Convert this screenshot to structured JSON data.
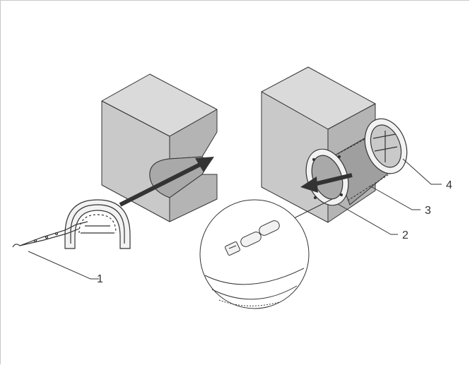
{
  "callouts": [
    {
      "label": "1",
      "name": "callout-1"
    },
    {
      "label": "2",
      "name": "callout-2"
    },
    {
      "label": "3",
      "name": "callout-3"
    },
    {
      "label": "4",
      "name": "callout-4"
    }
  ],
  "colors": {
    "block_front": "#c9c9c9",
    "block_top": "#dadada",
    "block_side": "#b4b4b4",
    "cavity": "#a9a9a9",
    "arrow": "#333333",
    "line": "#333333",
    "ring": "#f2f2f2"
  },
  "icons": [
    "insertion-arrow-icon",
    "extraction-arrow-icon",
    "pull-chain-icon",
    "split-frame-icon",
    "ring-frame-icon",
    "detail-magnifier-icon"
  ]
}
